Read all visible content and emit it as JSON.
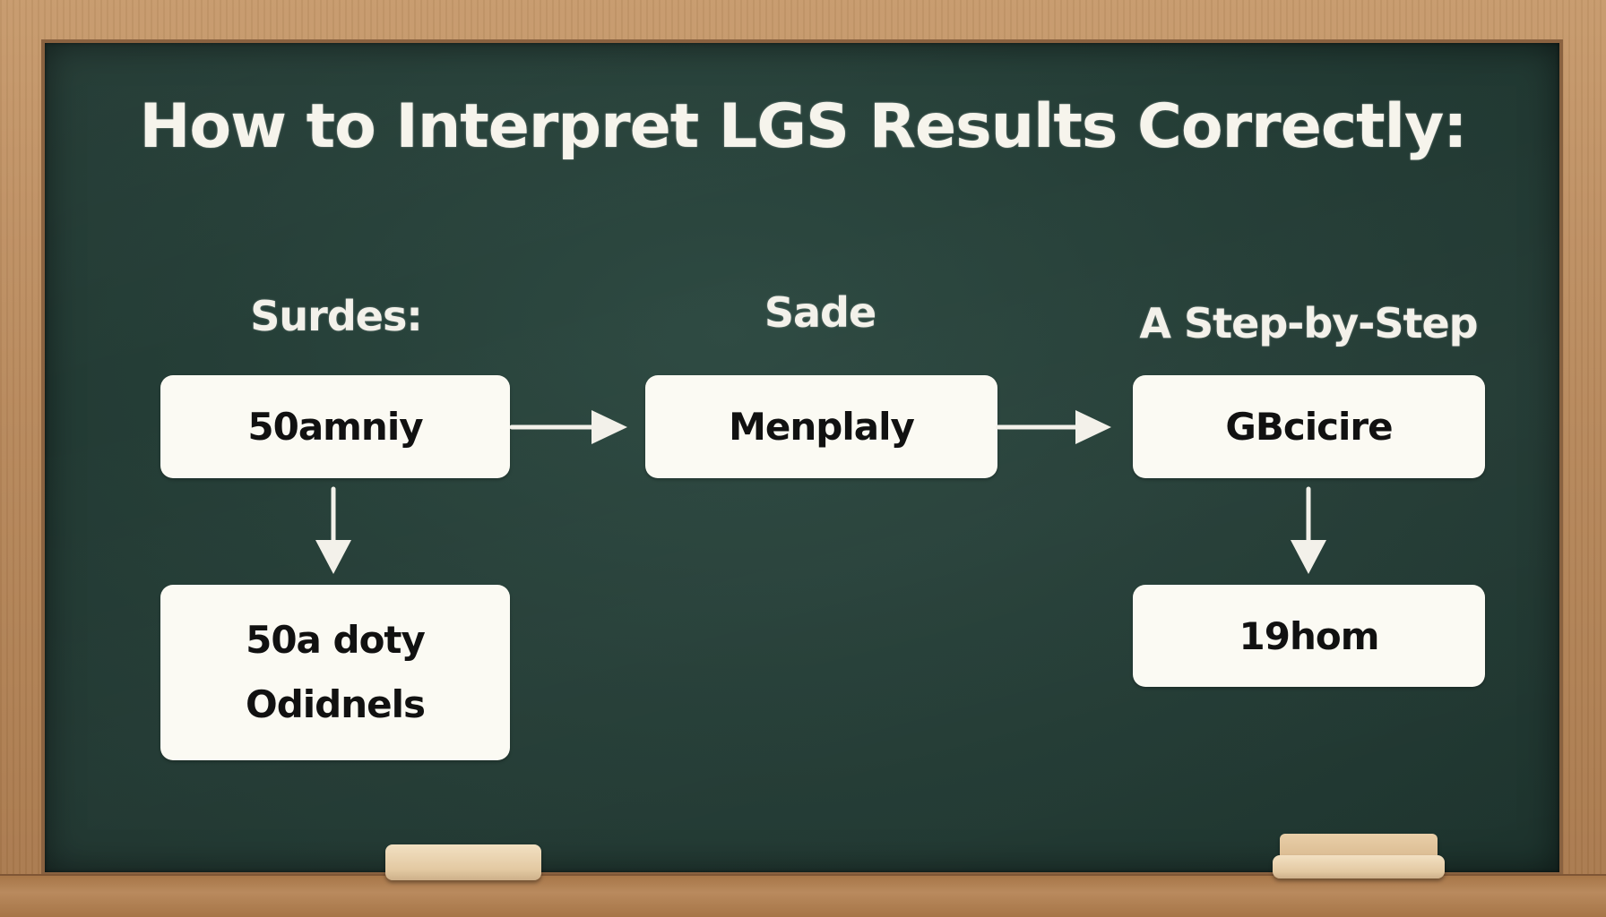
{
  "title": "How to Interpret LGS Results Correctly:",
  "columns": [
    {
      "heading": "Surdes:",
      "boxes": [
        "50amniy",
        [
          "50a doty",
          "Odidnels"
        ]
      ]
    },
    {
      "heading": "Sade",
      "boxes": [
        "Menplaly"
      ]
    },
    {
      "heading": "A Step-by-Step",
      "boxes": [
        "GBcicire",
        "19hom"
      ]
    }
  ],
  "colors": {
    "board": "#253e37",
    "frame": "#b98a5e",
    "chalk": "#f6f4ec",
    "box": "#fbfaf3",
    "box_text": "#111111"
  },
  "icons": [
    "right-arrow-icon",
    "down-arrow-icon"
  ]
}
